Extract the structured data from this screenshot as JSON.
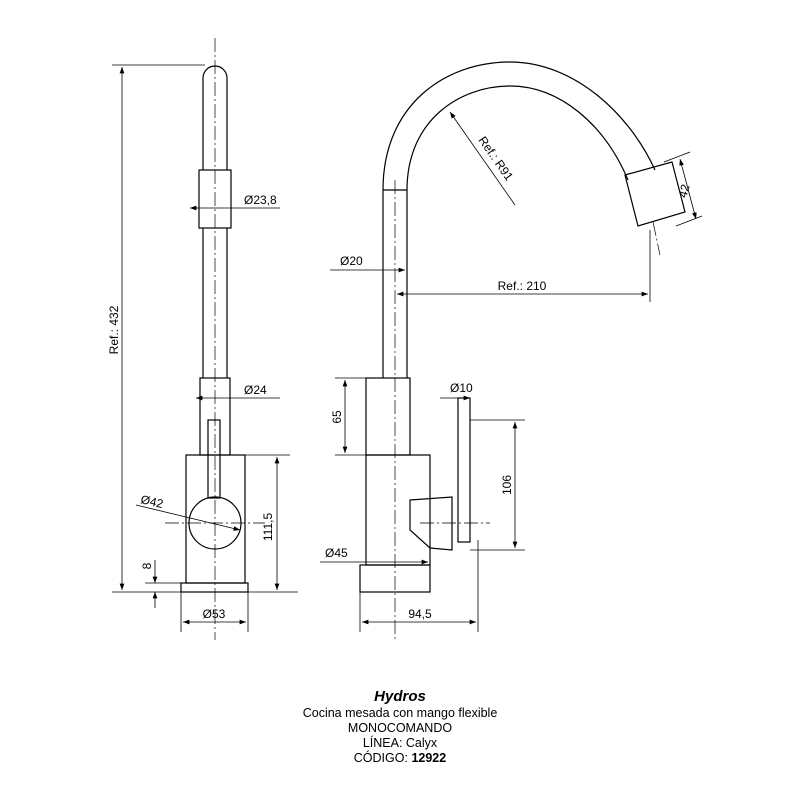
{
  "left_view": {
    "dims": {
      "height": "Ref.: 432",
      "tube_top": "Ø23,8",
      "tube_low": "Ø24",
      "handle": "Ø42",
      "body_height": "111,5",
      "base_thick": "8",
      "base_dia": "Ø53"
    }
  },
  "right_view": {
    "dims": {
      "radius": "Ref.: R91",
      "head": "42",
      "tube": "Ø20",
      "reach": "Ref.: 210",
      "collar": "65",
      "lever": "Ø10",
      "lever_height": "106",
      "body": "Ø45",
      "depth": "94,5"
    }
  },
  "caption": {
    "brand": "Hydros",
    "description": "Cocina mesada con mango flexible",
    "type": "MONOCOMANDO",
    "line_label": "LÍNEA:",
    "line_value": "Calyx",
    "code_label": "CÓDIGO:",
    "code_value": "12922"
  }
}
